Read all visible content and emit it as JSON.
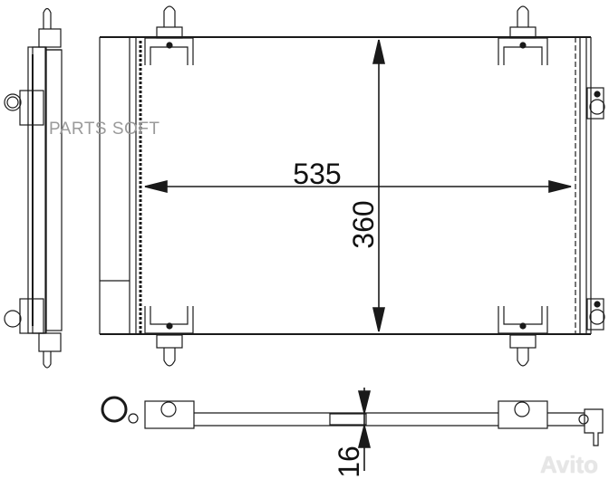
{
  "drawing": {
    "dimension_width": "535",
    "dimension_height": "360",
    "dimension_depth": "16"
  },
  "watermarks": {
    "parts": "PARTS SOFT",
    "avito": "Avito"
  },
  "colors": {
    "line": "#1a1a1a",
    "background": "#ffffff"
  }
}
